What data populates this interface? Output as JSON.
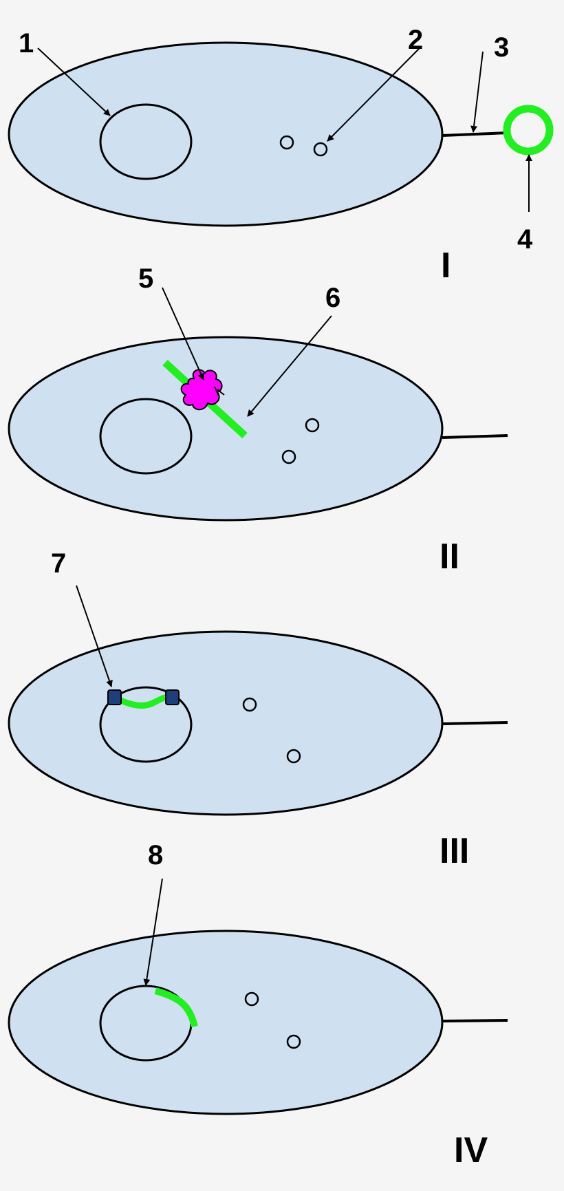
{
  "colors": {
    "background": "#f5f5f5",
    "cell_fill": "#cfe0f1",
    "outline": "#000000",
    "dna_green": "#22ee22",
    "protein_magenta": "#ff00ff",
    "integrase_navy": "#1f3f7a"
  },
  "panels": [
    {
      "id": "I",
      "roman_label": "I"
    },
    {
      "id": "II",
      "roman_label": "II"
    },
    {
      "id": "III",
      "roman_label": "III"
    },
    {
      "id": "IV",
      "roman_label": "IV"
    }
  ],
  "callouts": [
    "1",
    "2",
    "3",
    "4",
    "5",
    "6",
    "7",
    "8"
  ]
}
